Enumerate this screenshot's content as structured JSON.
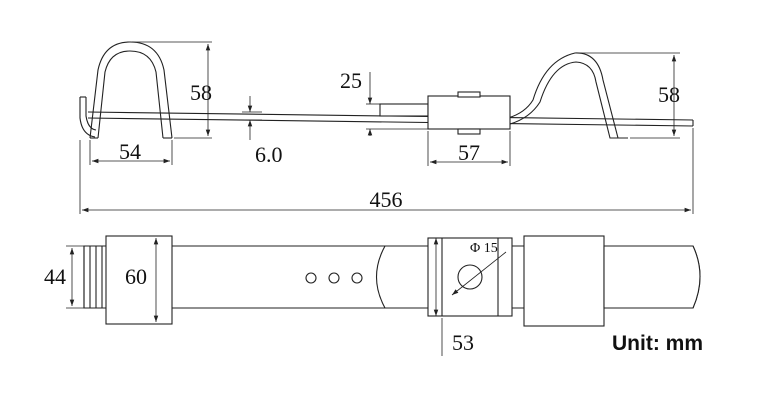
{
  "top_view": {
    "dim_width_left_hook": "54",
    "dim_height_left_hook": "58",
    "dim_strap_thickness": "6.0",
    "dim_block_height": "25",
    "dim_block_width": "57",
    "dim_height_right_hook": "58",
    "dim_overall_length": "456"
  },
  "bottom_view": {
    "dim_strap_width": "44",
    "dim_clamp_height": "60",
    "dim_hole_diameter": "Φ 15",
    "dim_block_width": "53"
  },
  "unit_label": "Unit: mm"
}
